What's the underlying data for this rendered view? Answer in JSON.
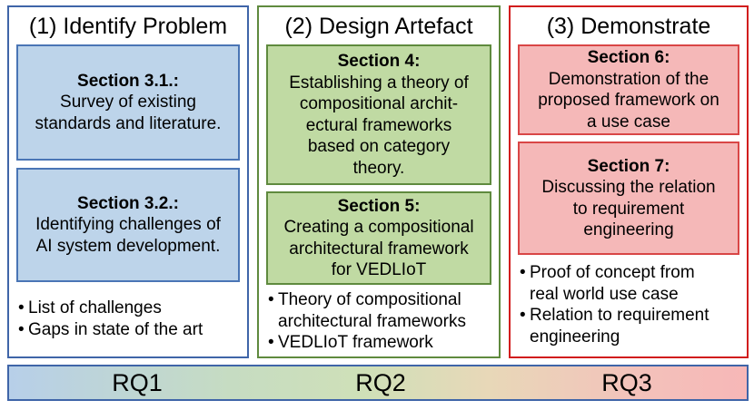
{
  "phases": [
    {
      "title": "(1) Identify Problem",
      "boxes": [
        {
          "section": "Section 3.1.:",
          "text": "Survey of existing\nstandards and literature."
        },
        {
          "section": "Section 3.2.:",
          "text": "Identifying challenges of\nAI system development."
        }
      ],
      "bullets": [
        "List of challenges",
        "Gaps in state of the art"
      ]
    },
    {
      "title": "(2) Design Artefact",
      "boxes": [
        {
          "section": "Section 4:",
          "text": "Establishing a theory of\ncompositional archit-\nectural frameworks\nbased on category\ntheory."
        },
        {
          "section": "Section 5:",
          "text": "Creating a compositional\narchitectural framework\nfor VEDLIoT"
        }
      ],
      "bullets": [
        "Theory of compositional\narchitectural frameworks",
        "VEDLIoT framework"
      ]
    },
    {
      "title": "(3) Demonstrate",
      "boxes": [
        {
          "section": "Section 6:",
          "text": "Demonstration of the\nproposed framework on\na use case"
        },
        {
          "section": "Section 7:",
          "text": "Discussing the relation\nto requirement\nengineering"
        }
      ],
      "bullets": [
        "Proof of concept from\nreal world use case",
        "Relation to requirement\nengineering"
      ]
    }
  ],
  "research_questions": [
    "RQ1",
    "RQ2",
    "RQ3"
  ],
  "colors": {
    "identify_border": "#3f65a8",
    "identify_fill": "#bdd4ea",
    "design_border": "#5f8a3e",
    "design_fill": "#c0daa3",
    "demonstrate_border": "#d11d1d",
    "demonstrate_fill": "#f5b8b8"
  }
}
